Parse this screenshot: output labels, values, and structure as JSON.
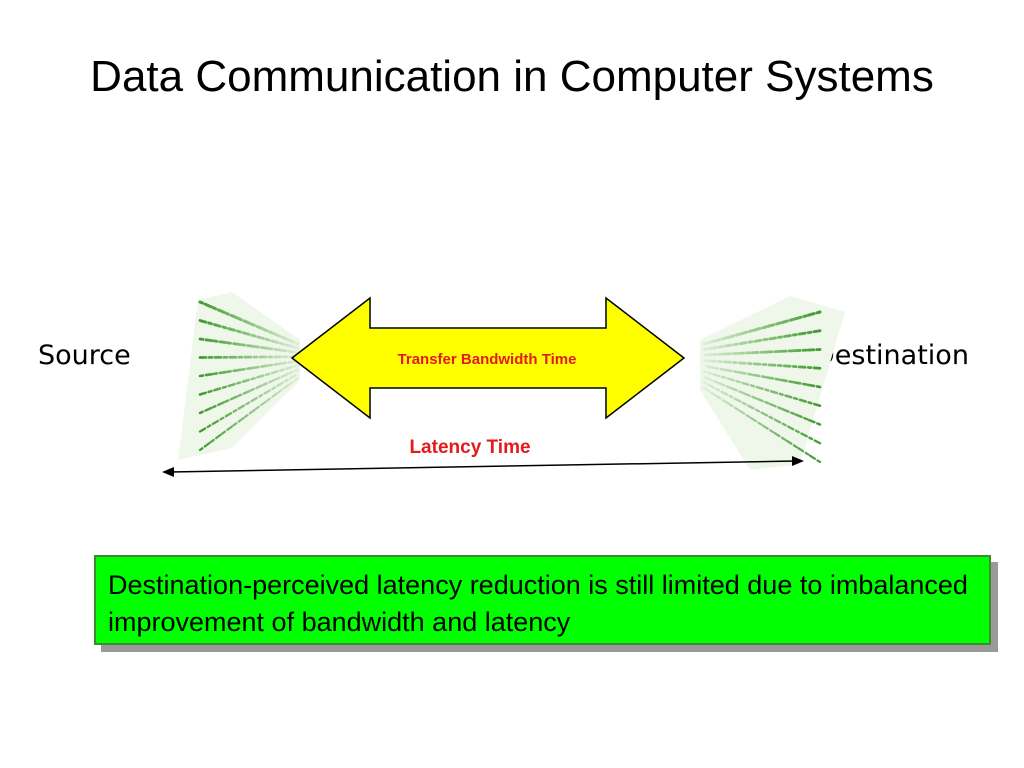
{
  "title": "Data Communication in Computer Systems",
  "source_label": "Source",
  "destination_label": "Destination",
  "arrow_label": "Transfer Bandwidth Time",
  "latency_label": "Latency Time",
  "note": "Destination-perceived latency reduction is still limited due to imbalanced improvement of bandwidth and latency",
  "colors": {
    "arrow_fill": "#ffff00",
    "label_red": "#e31b1b",
    "note_bg": "#00ff00",
    "binary_green": "#4aa43a"
  },
  "icons": [
    "binary-stream-left-icon",
    "binary-stream-right-icon"
  ]
}
